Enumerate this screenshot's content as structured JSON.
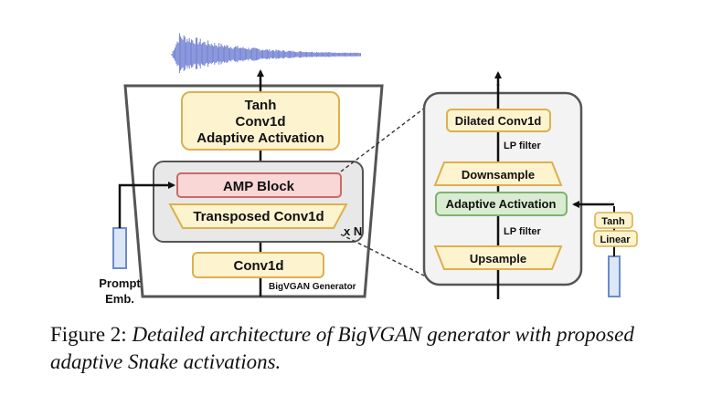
{
  "generator": {
    "output_block": [
      "Tanh",
      "Conv1d",
      "Adaptive Activation"
    ],
    "amp_block_label": "AMP Block",
    "transposed_conv_label": "Transposed Conv1d",
    "repeat_label": "x N",
    "conv_label": "Conv1d",
    "name_label": "BigVGAN Generator",
    "prompt_label": [
      "Prompt",
      "Emb."
    ]
  },
  "amp_detail": {
    "dilated_conv_label": "Dilated Conv1d",
    "lp_filter_top": "LP filter",
    "downsample_label": "Downsample",
    "adaptive_activation_label": "Adaptive Activation",
    "lp_filter_bottom": "LP filter",
    "upsample_label": "Upsample",
    "tanh_label": "Tanh",
    "linear_label": "Linear"
  },
  "caption": {
    "prefix": "Figure 2:",
    "text": "Detailed architecture of BigVGAN generator with proposed adaptive Snake activations."
  },
  "colors": {
    "yellow_fill": "#fdf3cf",
    "yellow_stroke": "#dcb04d",
    "red_fill": "#f8d7d6",
    "red_stroke": "#c86a6a",
    "green_fill": "#d9ecd2",
    "green_stroke": "#7fb26d",
    "blue_fill": "#dbe6f7",
    "blue_stroke": "#6b8cc7",
    "panel_fill": "#f3f3f3",
    "waveform": "#6f7fd3"
  }
}
